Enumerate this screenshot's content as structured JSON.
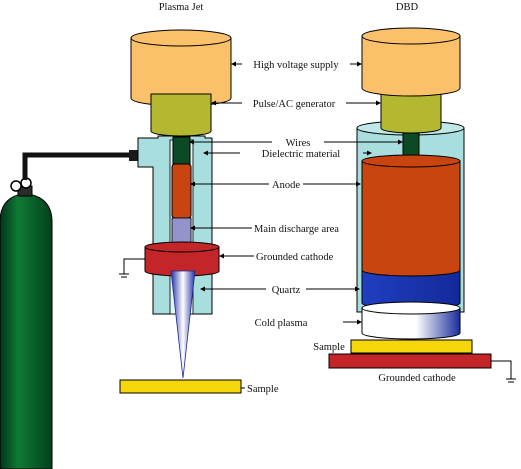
{
  "headers": {
    "left": "Plasma Jet",
    "right": "DBD"
  },
  "labels": {
    "high_voltage_supply": "High voltage supply",
    "pulse_ac_generator": "Pulse/AC generator",
    "wires": "Wires",
    "dielectric_material": "Dielectric material",
    "anode": "Anode",
    "main_discharge_area": "Main discharge area",
    "grounded_cathode": "Grounded cathode",
    "quartz": "Quartz",
    "cold_plasma": "Cold plasma",
    "sample_right": "Sample",
    "sample_left": "Sample",
    "grounded_cathode_right": "Grounded cathode"
  },
  "colors": {
    "power_supply": "#fbc16a",
    "generator": "#b4b830",
    "wire": "#0c4a26",
    "dielectric": "#a8dede",
    "anode": "#c9450f",
    "discharge": "#9494cc",
    "cathode": "#c32528",
    "dbd_electrode": "#1c3bb6",
    "sample": "#f5d60a",
    "gas_cylinder": "#0a5a24"
  }
}
